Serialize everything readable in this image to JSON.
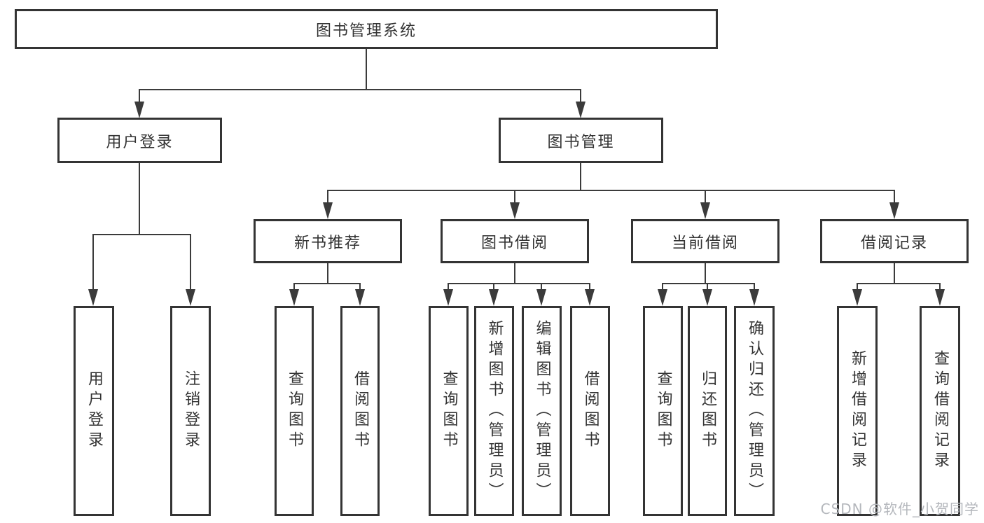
{
  "diagram": {
    "root": "图书管理系统",
    "level1": {
      "user_login": "用户登录",
      "book_mgmt": "图书管理"
    },
    "level2": {
      "new_books": "新书推荐",
      "borrow": "图书借阅",
      "current": "当前借阅",
      "records": "借阅记录"
    },
    "leaves": {
      "user_login": [
        "用户登录",
        "注销登录"
      ],
      "new_books": [
        "查询图书",
        "借阅图书"
      ],
      "borrow": [
        "查询图书",
        "新增图书（管理员）",
        "编辑图书（管理员）",
        "借阅图书"
      ],
      "current": [
        "查询图书",
        "归还图书",
        "确认归还（管理员）"
      ],
      "records": [
        "新增借阅记录",
        "查询借阅记录"
      ]
    }
  },
  "watermark": {
    "text": "CSDN @软件_小贺同学",
    "color": "#b4b7bc"
  },
  "colors": {
    "line": "#3b3b3b",
    "border": "#343434",
    "text": "#333333",
    "background": "#ffffff"
  }
}
